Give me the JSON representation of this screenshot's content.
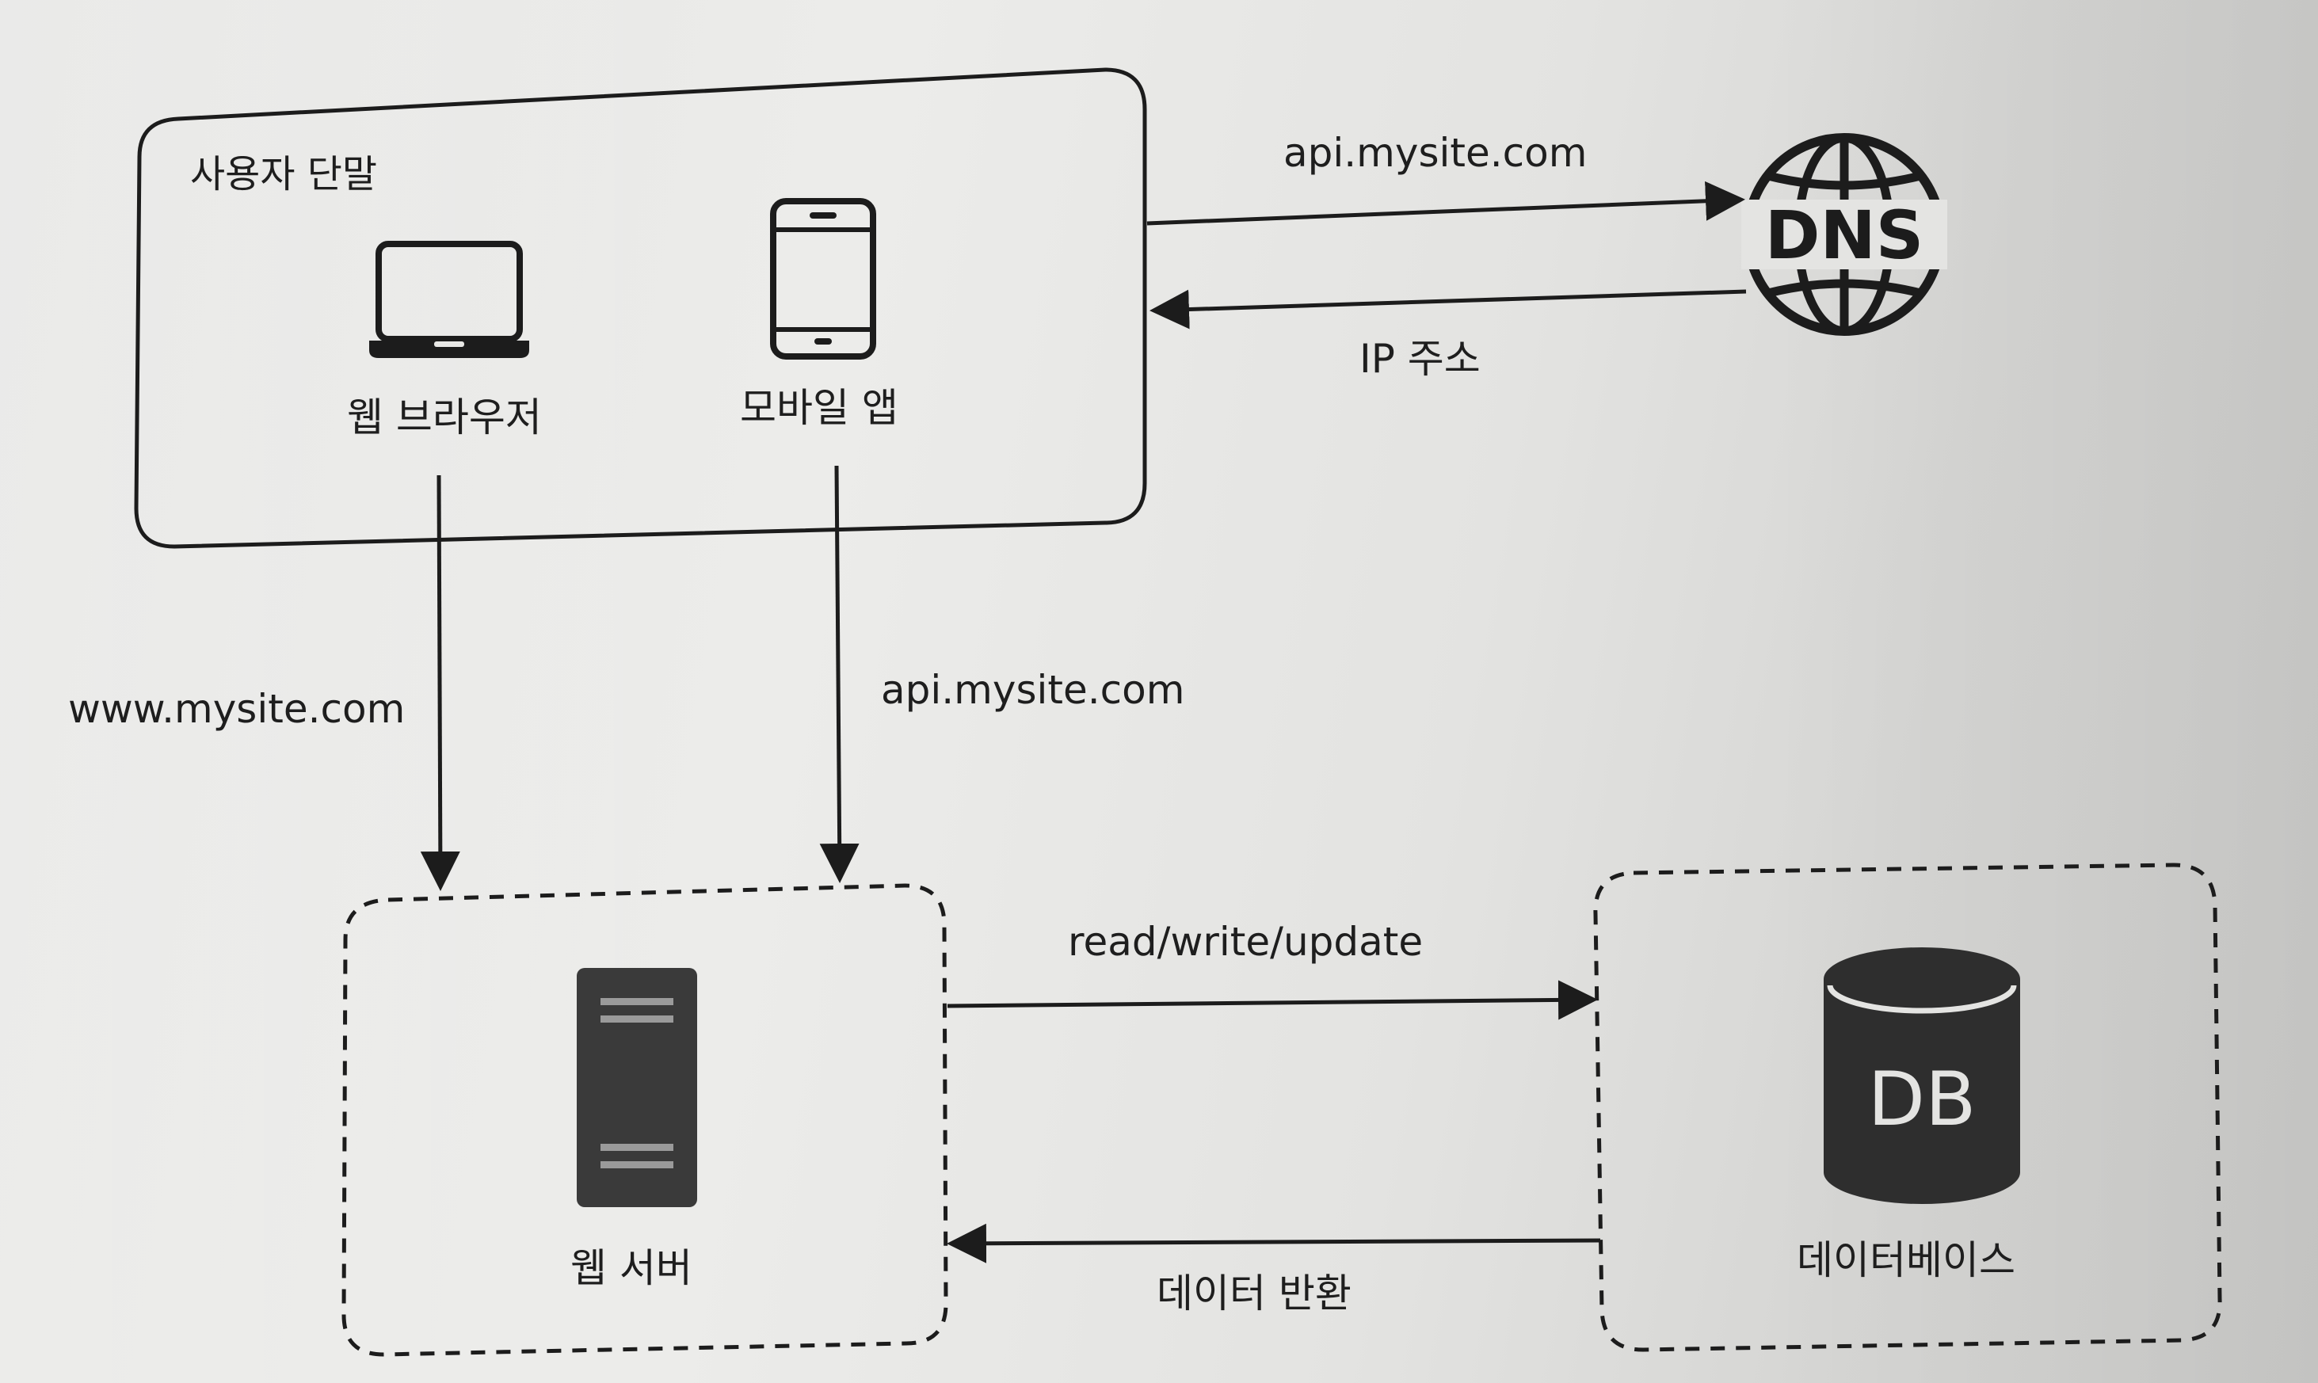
{
  "diagram": {
    "devices": {
      "title": "사용자 단말",
      "web_browser": "웹 브라우저",
      "mobile_app": "모바일 앱"
    },
    "dns": {
      "icon_text": "DNS",
      "request_label": "api.mysite.com",
      "response_label": "IP 주소"
    },
    "domains": {
      "browser_domain": "www.mysite.com",
      "app_domain": "api.mysite.com"
    },
    "web_server": {
      "label": "웹 서버"
    },
    "database": {
      "icon_text": "DB",
      "label": "데이터베이스"
    },
    "flows": {
      "to_db": "read/write/update",
      "from_db": "데이터 반환"
    }
  },
  "colors": {
    "line": "#1c1c1c",
    "icon_fill": "#2e2e2e",
    "server_fill": "#3a3a3a",
    "background": "#e6e6e4"
  }
}
